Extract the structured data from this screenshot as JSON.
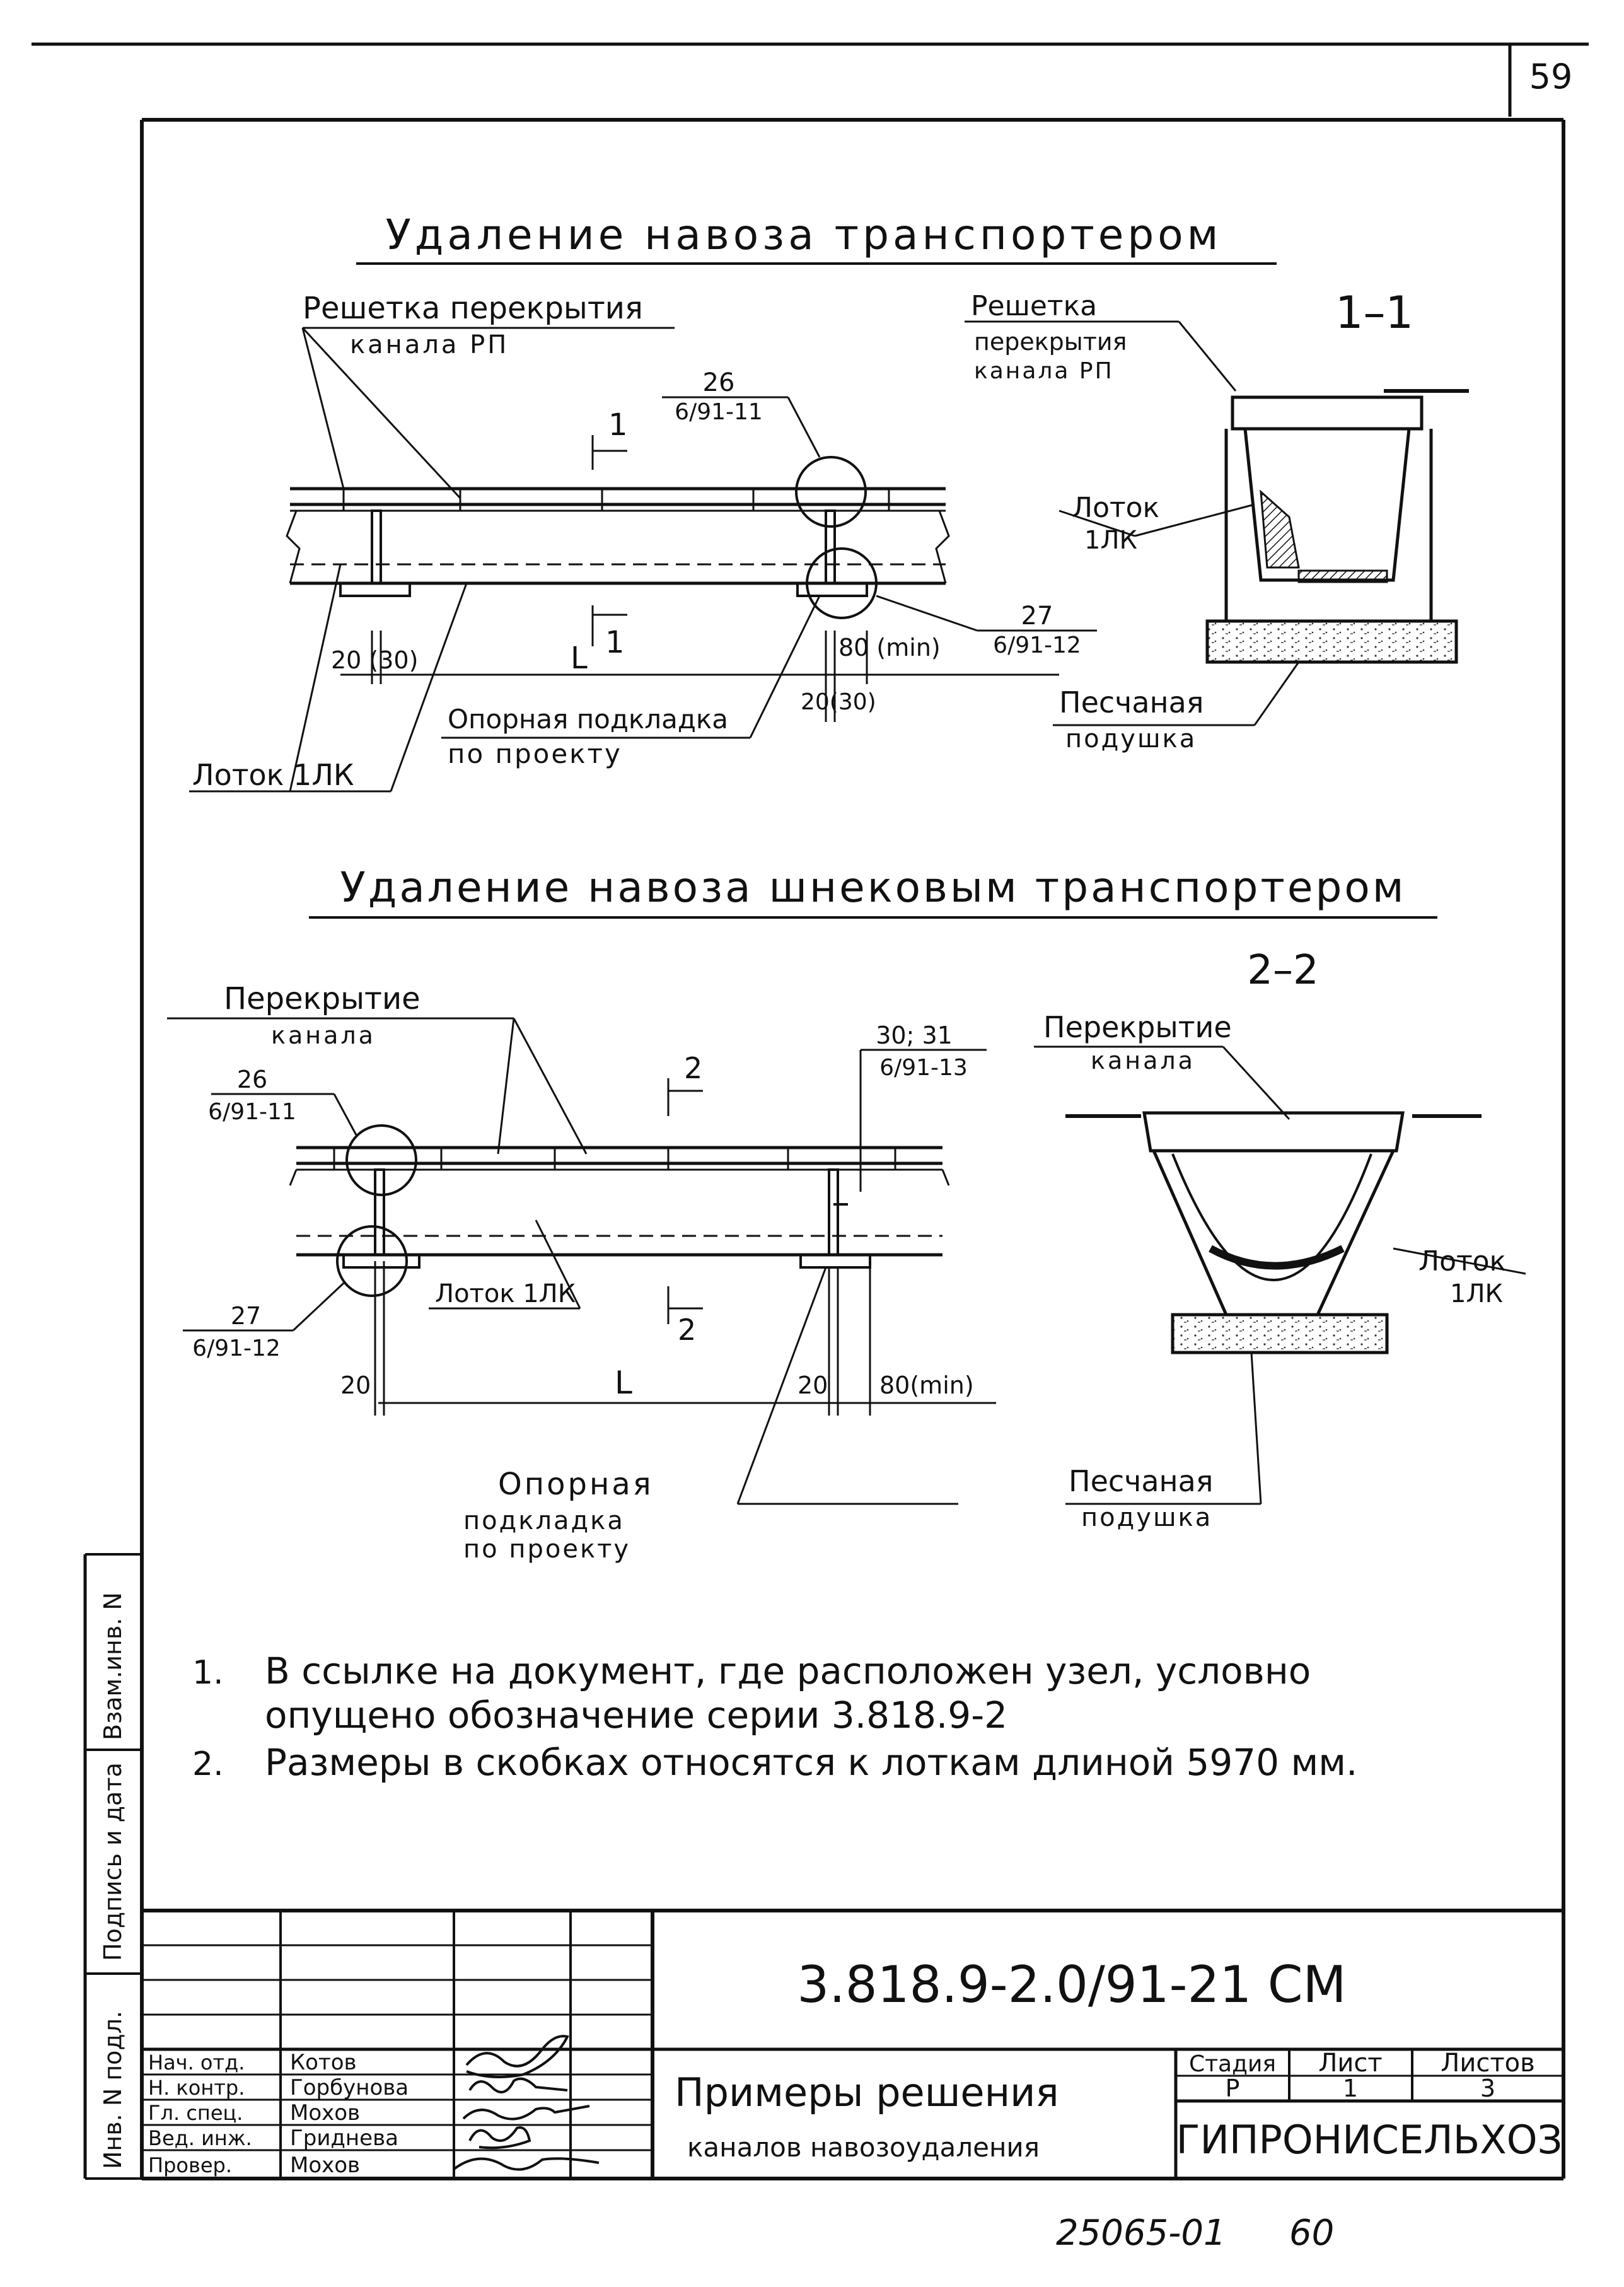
{
  "page": {
    "corner_number": "59",
    "footer_code": "25065-01",
    "footer_page": "60"
  },
  "side_labels": [
    "Инв. N подл.",
    "Подпись и дата",
    "Взам.инв. N"
  ],
  "section1": {
    "title": "Удаление навоза транспортером",
    "grate_label_line1": "Решетка перекрытия",
    "grate_label_line2": "канала РП",
    "node26_num": "26",
    "node26_ref": "6/91-11",
    "node27_num": "27",
    "node27_ref": "6/91-12",
    "cut_mark": "1",
    "dim_20_30": "20 (30)",
    "dim_L": "L",
    "dim_80_min": "80 (min)",
    "dim_20_30_b": "20(30)",
    "support_line1": "Опорная подкладка",
    "support_line2": "по проекту",
    "tray_label": "Лоток 1ЛК"
  },
  "section1_cut": {
    "title": "1–1",
    "grate_line1": "Решетка",
    "grate_line2": "перекрытия",
    "grate_line3": "канала РП",
    "tray_line1": "Лоток",
    "tray_line2": "1ЛК",
    "sand_line1": "Песчаная",
    "sand_line2": "подушка"
  },
  "section2": {
    "title": "Удаление навоза шнековым транспортером",
    "cover_line1": "Перекрытие",
    "cover_line2": "канала",
    "node26_num": "26",
    "node26_ref": "6/91-11",
    "node27_num": "27",
    "node27_ref": "6/91-12",
    "node30_num": "30; 31",
    "node30_ref": "6/91-13",
    "cut_mark": "2",
    "tray_label": "Лоток 1ЛК",
    "dim_20_a": "20",
    "dim_L": "L",
    "dim_20_b": "20",
    "dim_80_min": "80(min)",
    "support_line1": "Опорная",
    "support_line2": "подкладка",
    "support_line3": "по проекту"
  },
  "section2_cut": {
    "title": "2–2",
    "cover_line1": "Перекрытие",
    "cover_line2": "канала",
    "tray_line1": "Лоток",
    "tray_line2": "1ЛК",
    "sand_line1": "Песчаная",
    "sand_line2": "подушка"
  },
  "notes": [
    {
      "num": "1.",
      "line1": "В ссылке на документ, где расположен узел, условно",
      "line2": "опущено обозначение серии 3.818.9-2"
    },
    {
      "num": "2.",
      "line1": "Размеры в скобках относятся к лоткам длиной 5970 мм.",
      "line2": ""
    }
  ],
  "title_block": {
    "doc_code": "3.818.9-2.0/91-21 СМ",
    "title_line1": "Примеры решения",
    "title_line2": "каналов навозоудаления",
    "org": "ГИПРОНИСЕЛЬХОЗ",
    "stage_header": "Стадия",
    "sheet_header": "Лист",
    "sheets_header": "Листов",
    "stage": "Р",
    "sheet": "1",
    "sheets": "3",
    "roles": [
      {
        "role": "Нач. отд.",
        "name": "Котов"
      },
      {
        "role": "Н. контр.",
        "name": "Горбунова"
      },
      {
        "role": "Гл. спец.",
        "name": "Мохов"
      },
      {
        "role": "Вед. инж.",
        "name": "Гриднева"
      },
      {
        "role": "Провер.",
        "name": "Мохов"
      }
    ]
  }
}
